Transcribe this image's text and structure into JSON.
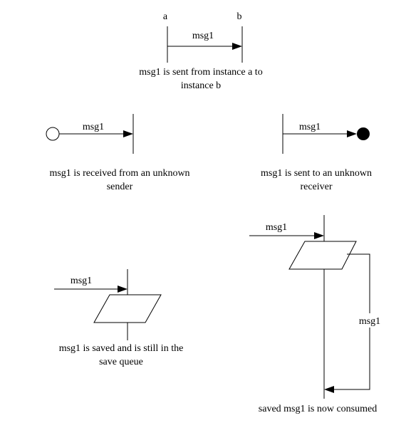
{
  "diagram": {
    "panel1": {
      "instance_a": "a",
      "instance_b": "b",
      "message": "msg1",
      "caption_line1": "msg1 is sent from instance a to",
      "caption_line2": "instance b"
    },
    "panel2": {
      "message": "msg1",
      "caption_line1": "msg1 is received from an unknown",
      "caption_line2": "sender"
    },
    "panel3": {
      "message": "msg1",
      "caption_line1": "msg1 is sent to an unknown",
      "caption_line2": "receiver"
    },
    "panel4": {
      "message": "msg1",
      "caption_line1": "msg1 is saved and is still in the",
      "caption_line2": "save queue"
    },
    "panel5": {
      "message_in": "msg1",
      "message_loop": "msg1",
      "caption": "saved msg1 is now consumed"
    }
  }
}
